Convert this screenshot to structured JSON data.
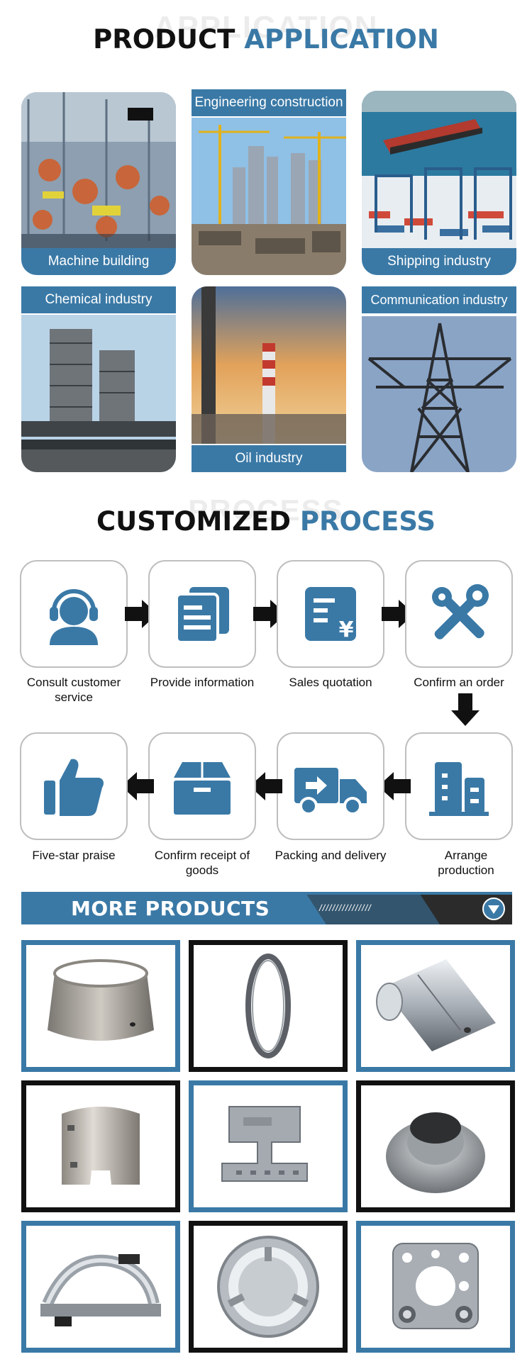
{
  "application": {
    "ghost": "APPLICATION",
    "title_main": "PRODUCT",
    "title_accent": "APPLICATION",
    "tiles": [
      {
        "label": "Machine building"
      },
      {
        "label": "Engineering construction"
      },
      {
        "label": "Shipping industry"
      },
      {
        "label": "Chemical industry"
      },
      {
        "label": "Oil industry"
      },
      {
        "label": "Communication industry"
      }
    ]
  },
  "process": {
    "ghost": "PROCESS",
    "title_main": "CUSTOMIZED",
    "title_accent": "PROCESS",
    "steps": [
      {
        "label": "Consult customer service",
        "icon": "headset-agent-icon"
      },
      {
        "label": "Provide information",
        "icon": "documents-icon"
      },
      {
        "label": "Sales quotation",
        "icon": "quotation-yuan-icon"
      },
      {
        "label": "Confirm an order",
        "icon": "tools-icon"
      },
      {
        "label": "Arrange production",
        "icon": "factory-buildings-icon"
      },
      {
        "label": "Packing and delivery",
        "icon": "delivery-truck-icon"
      },
      {
        "label": "Confirm receipt of goods",
        "icon": "package-box-icon"
      },
      {
        "label": "Five-star praise",
        "icon": "thumbs-up-icon"
      }
    ]
  },
  "more_products": {
    "title": "MORE PRODUCTS",
    "stripes": "////////////////",
    "products": [
      {
        "name": "conical-sleeve"
      },
      {
        "name": "ring-gasket"
      },
      {
        "name": "cylindrical-tube"
      },
      {
        "name": "curved-cover"
      },
      {
        "name": "bracket-plate"
      },
      {
        "name": "flanged-cup"
      },
      {
        "name": "pipe-clamp"
      },
      {
        "name": "round-cover"
      },
      {
        "name": "square-flange-plate"
      }
    ]
  },
  "colors": {
    "accent": "#3a79a6",
    "dark": "#2b2b2b",
    "text": "#111111"
  }
}
